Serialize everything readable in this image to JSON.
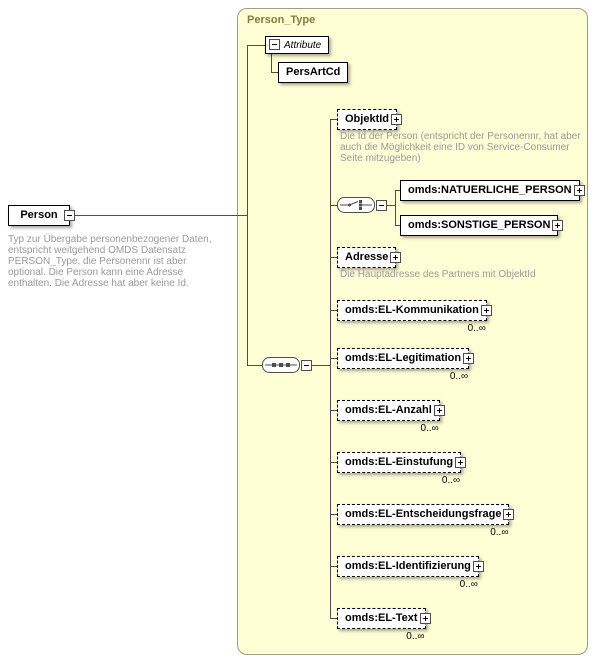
{
  "container": {
    "title": "Person_Type"
  },
  "root": {
    "label": "Person",
    "description": "Typ zur Übergabe personenbezogener Daten, entspricht weitgehend OMDS Datensatz PERSON_Type, die Personennr ist aber optional. Die Person kann eine Adresse enthalten. Die Adresse hat aber keine Id."
  },
  "attributes": {
    "section_label": "Attribute",
    "items": [
      {
        "name": "PersArtCd"
      }
    ]
  },
  "compositors": {
    "sequence": "sequence",
    "choice": "choice"
  },
  "children": [
    {
      "label": "ObjektId",
      "optional": true,
      "description": "Die Id der Person (entspricht der Personennr, hat aber auch die Möglichkeit eine ID von Service-Consumer Seite mitzugeben)"
    },
    {
      "label": "omds:NATUERLICHE_PERSON"
    },
    {
      "label": "omds:SONSTIGE_PERSON"
    },
    {
      "label": "Adresse",
      "optional": true,
      "description": "Die Hauptadresse des Partners mit ObjektId"
    },
    {
      "label": "omds:EL-Kommunikation",
      "optional": true,
      "multiplicity": "0..∞"
    },
    {
      "label": "omds:EL-Legitimation",
      "optional": true,
      "multiplicity": "0..∞"
    },
    {
      "label": "omds:EL-Anzahl",
      "optional": true,
      "multiplicity": "0..∞"
    },
    {
      "label": "omds:EL-Einstufung",
      "optional": true,
      "multiplicity": "0..∞"
    },
    {
      "label": "omds:EL-Entscheidungsfrage",
      "optional": true,
      "multiplicity": "0..∞"
    },
    {
      "label": "omds:EL-Identifizierung",
      "optional": true,
      "multiplicity": "0..∞"
    },
    {
      "label": "omds:EL-Text",
      "optional": true,
      "multiplicity": "0..∞"
    }
  ],
  "colors": {
    "container_fill": "#ffffd6",
    "container_label": "#7e7e3c",
    "node_fill": "#ffffff",
    "node_border": "#000000",
    "connector": "#4d4d4d",
    "description_text": "#999999"
  }
}
